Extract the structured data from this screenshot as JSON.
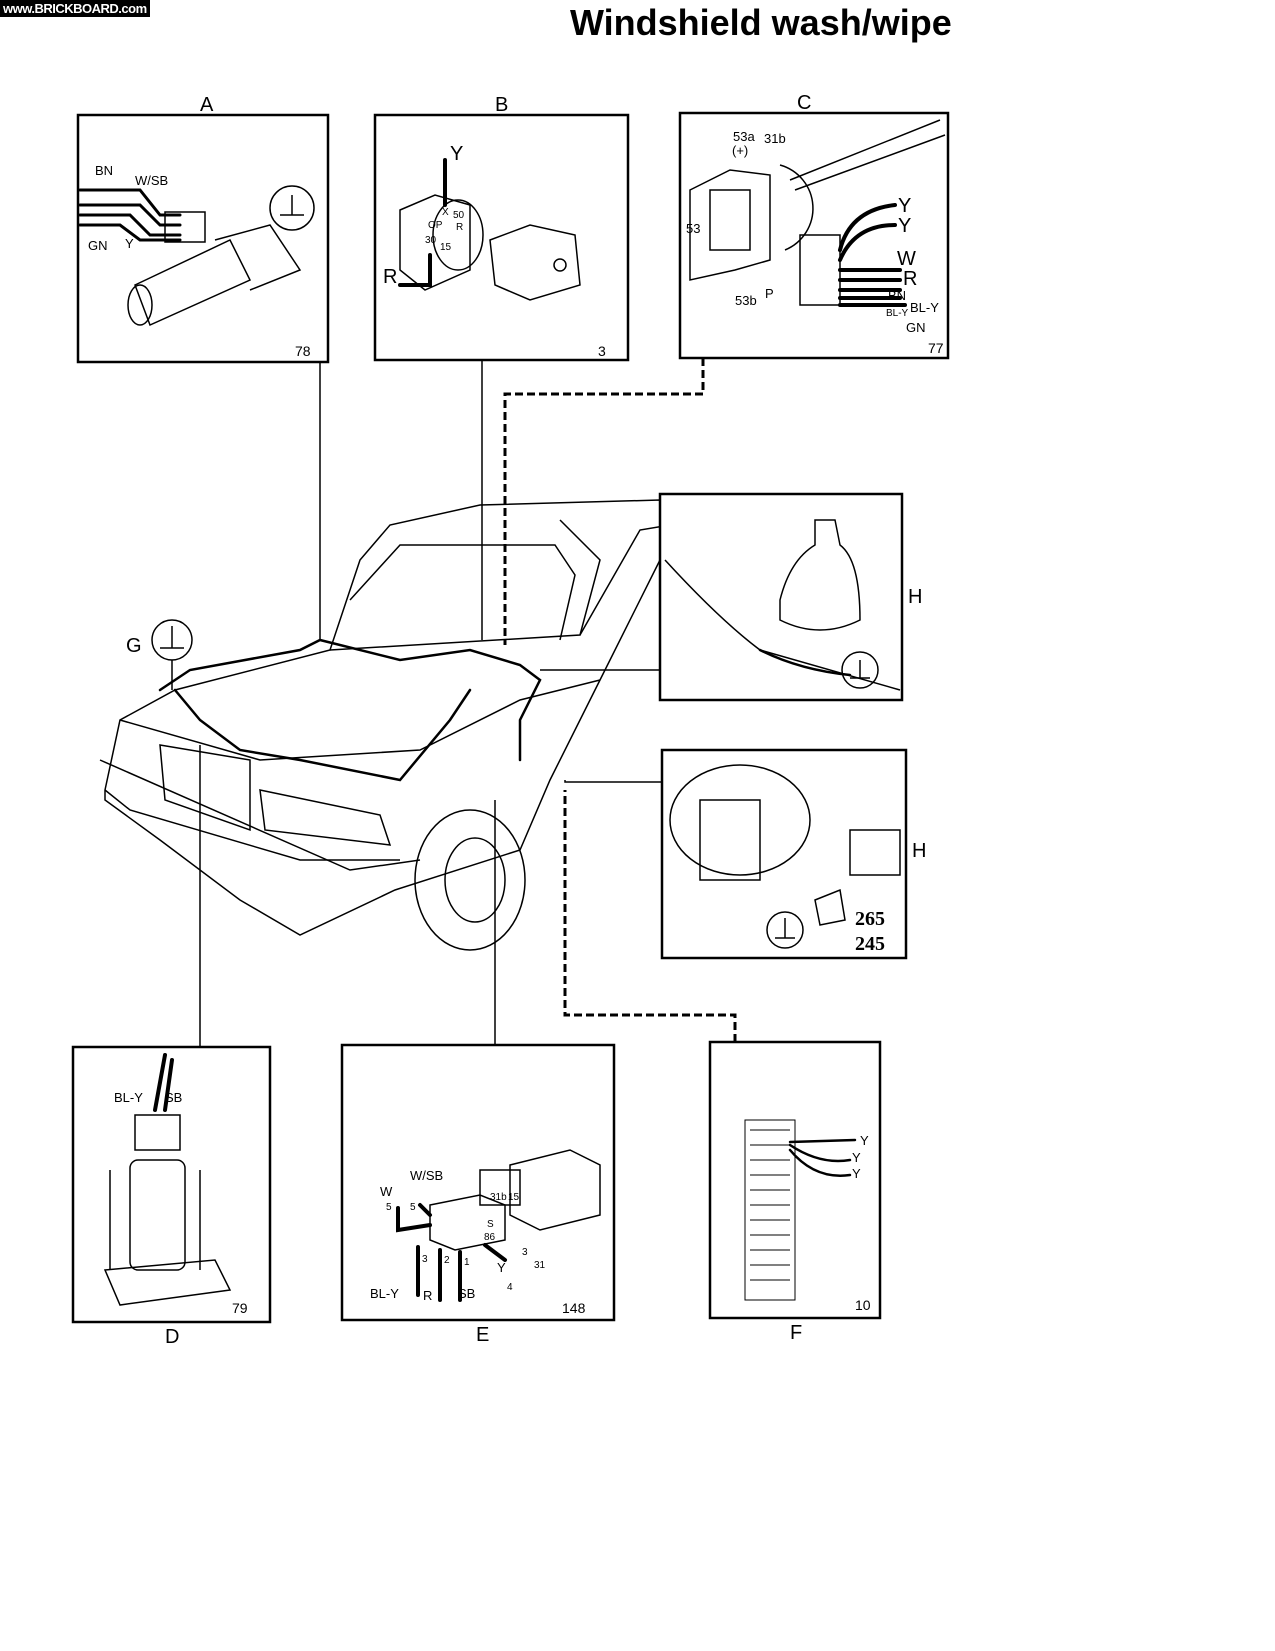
{
  "watermark": "www.BRICKBOARD.com",
  "title": "Windshield wash/wipe",
  "panels": {
    "A": {
      "letter": "A",
      "number": "78",
      "labels": [
        "BN",
        "W/SB",
        "GN",
        "Y"
      ]
    },
    "B": {
      "letter": "B",
      "number": "3",
      "labels": [
        "Y",
        "R",
        "X",
        "50",
        "OP",
        "R",
        "30",
        "15"
      ]
    },
    "C": {
      "letter": "C",
      "number": "77",
      "labels": [
        "53a",
        "(+)",
        "31b",
        "53",
        "53b",
        "P",
        "Y",
        "Y",
        "W",
        "R",
        "BN",
        "BL-Y",
        "BL-Y",
        "GN"
      ]
    },
    "H1": {
      "letter": "H"
    },
    "H2": {
      "letter": "H",
      "numbers": [
        "265",
        "245"
      ]
    },
    "D": {
      "letter": "D",
      "number": "79",
      "labels": [
        "BL-Y",
        "SB"
      ]
    },
    "E": {
      "letter": "E",
      "number": "148",
      "labels": [
        "W",
        "W/SB",
        "5",
        "5",
        "31b",
        "15",
        "S",
        "86",
        "3",
        "31",
        "3",
        "2",
        "1",
        "BL-Y",
        "R",
        "SB",
        "Y",
        "4"
      ]
    },
    "F": {
      "letter": "F",
      "number": "10",
      "labels": [
        "Y",
        "Y",
        "Y"
      ]
    },
    "G": {
      "letter": "G"
    }
  }
}
